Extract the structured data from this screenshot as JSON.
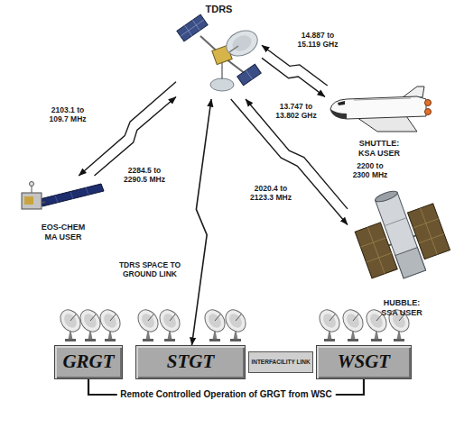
{
  "diagram": {
    "nodes": [
      {
        "text": [
          "TDRS"
        ]
      },
      {
        "text": [
          "SHUTTLE: KSA USER"
        ]
      },
      {
        "text": [
          "EOS-CHEM MA USER"
        ]
      },
      {
        "text": [
          "HUBBLE: SSA USER"
        ]
      },
      {
        "text": [
          "GRGT"
        ]
      },
      {
        "text": [
          "STGT"
        ]
      },
      {
        "text": [
          "INTERFACILITY LINK"
        ]
      },
      {
        "text": [
          "WSGT"
        ]
      }
    ],
    "edges": [
      {
        "from": 1,
        "to": 0,
        "arrow": "to",
        "label": "14.887 to 15.119 GHz"
      },
      {
        "from": 0,
        "to": 1,
        "arrow": "to",
        "label": "13.747 to 13.802 GHz"
      },
      {
        "from": 0,
        "to": 2,
        "arrow": "to",
        "label": "2103.1 to 109.7 MHz"
      },
      {
        "from": 2,
        "to": 0,
        "arrow": "to",
        "label": "2284.5 to 2290.5 MHz"
      },
      {
        "from": 3,
        "to": 0,
        "arrow": "to",
        "label": "2200 to 2300 MHz"
      },
      {
        "from": 0,
        "to": 3,
        "arrow": "to",
        "label": "2020.4 to 2123.3 MHz"
      },
      {
        "from": 0,
        "to": 5,
        "arrow": "both"
      },
      {
        "from": 4,
        "to": 7,
        "arrow": "none",
        "label": "Remote Controlled Operation of GRGT from WSC"
      }
    ],
    "labels": [
      "TDRS SPACE TO GROUND LINK"
    ]
  }
}
